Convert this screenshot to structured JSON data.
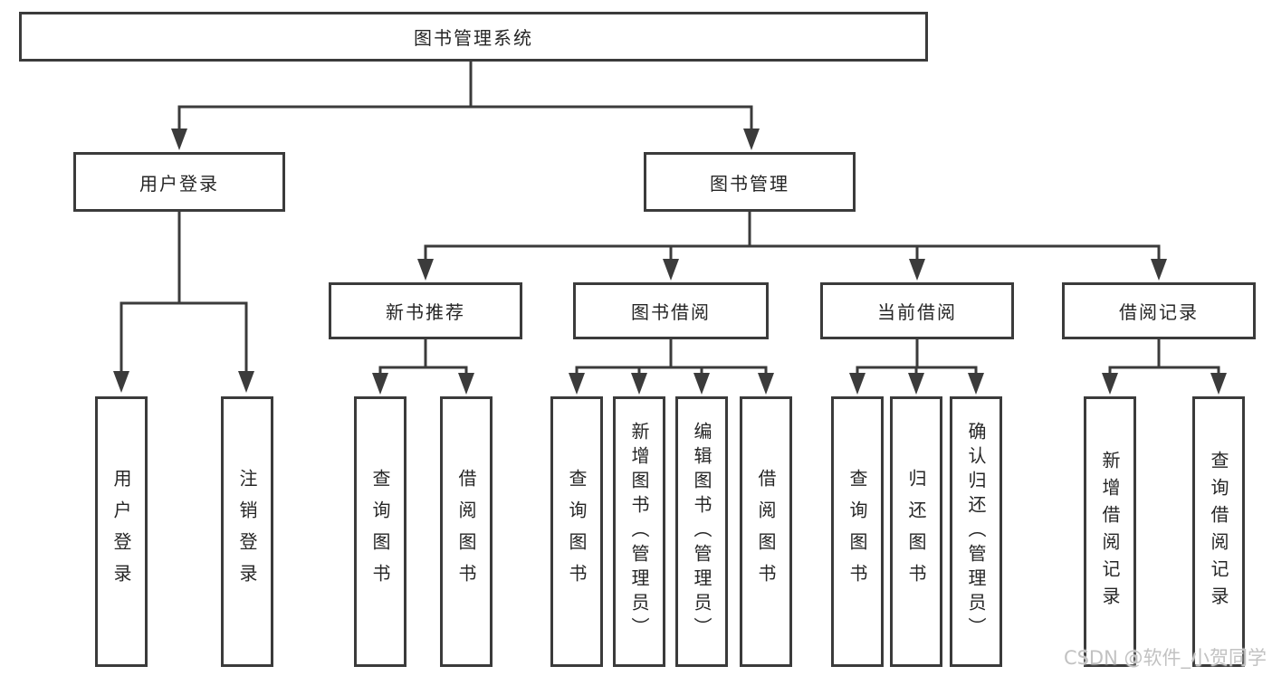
{
  "diagram": {
    "root": {
      "label": "图书管理系统"
    },
    "level2": [
      {
        "label": "用户登录"
      },
      {
        "label": "图书管理"
      }
    ],
    "level3": [
      {
        "label": "新书推荐"
      },
      {
        "label": "图书借阅"
      },
      {
        "label": "当前借阅"
      },
      {
        "label": "借阅记录"
      }
    ],
    "leaves": [
      {
        "label": "用户登录",
        "parent": "用户登录"
      },
      {
        "label": "注销登录",
        "parent": "用户登录"
      },
      {
        "label": "查询图书",
        "parent": "新书推荐"
      },
      {
        "label": "借阅图书",
        "parent": "新书推荐"
      },
      {
        "label": "查询图书",
        "parent": "图书借阅"
      },
      {
        "label": "新增图书（管理员）",
        "parent": "图书借阅"
      },
      {
        "label": "编辑图书（管理员）",
        "parent": "图书借阅"
      },
      {
        "label": "借阅图书",
        "parent": "图书借阅"
      },
      {
        "label": "查询图书",
        "parent": "当前借阅"
      },
      {
        "label": "归还图书",
        "parent": "当前借阅"
      },
      {
        "label": "确认归还（管理员）",
        "parent": "当前借阅"
      },
      {
        "label": "新增借阅记录",
        "parent": "借阅记录"
      },
      {
        "label": "查询借阅记录",
        "parent": "借阅记录"
      }
    ]
  },
  "watermark": {
    "text": "CSDN @软件_小贺同学"
  },
  "colors": {
    "line": "#3b3b3b",
    "border": "#3b3b3b",
    "text": "#262626",
    "watermark": "#c2c2c2"
  }
}
